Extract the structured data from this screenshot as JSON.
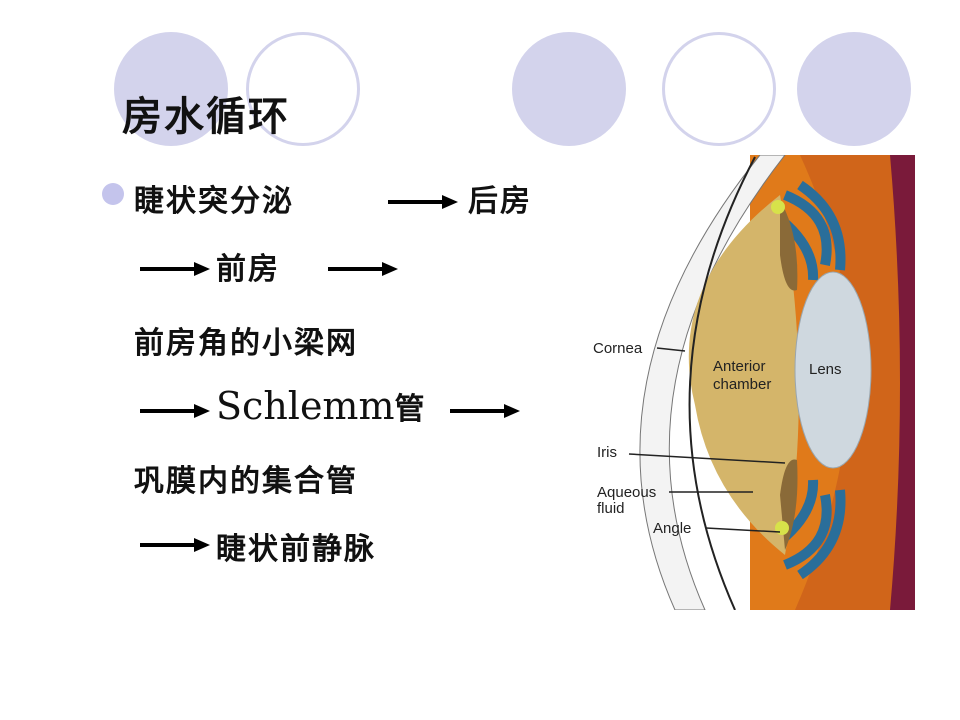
{
  "title": "房水循环",
  "steps": {
    "line1_a": "睫状突分泌",
    "line1_b": "后房",
    "line2": "前房",
    "line3": "前房角的小梁网",
    "line4_latin": "Schlemm",
    "line4_cn": "管",
    "line5": "巩膜内的集合管",
    "line6": "睫状前静脉"
  },
  "diagram": {
    "labels": {
      "cornea": "Cornea",
      "anterior_chamber_1": "Anterior",
      "anterior_chamber_2": "chamber",
      "lens": "Lens",
      "iris": "Iris",
      "aqueous_1": "Aqueous",
      "aqueous_2": "fluid",
      "angle": "Angle"
    }
  },
  "colors": {
    "circle": "#d3d3ec",
    "bullet": "#c4c4ec",
    "chamber": "#d4b56a",
    "retina": "#e07a1a",
    "vessel": "#2a6e9a",
    "lens": "#cfd8df"
  }
}
